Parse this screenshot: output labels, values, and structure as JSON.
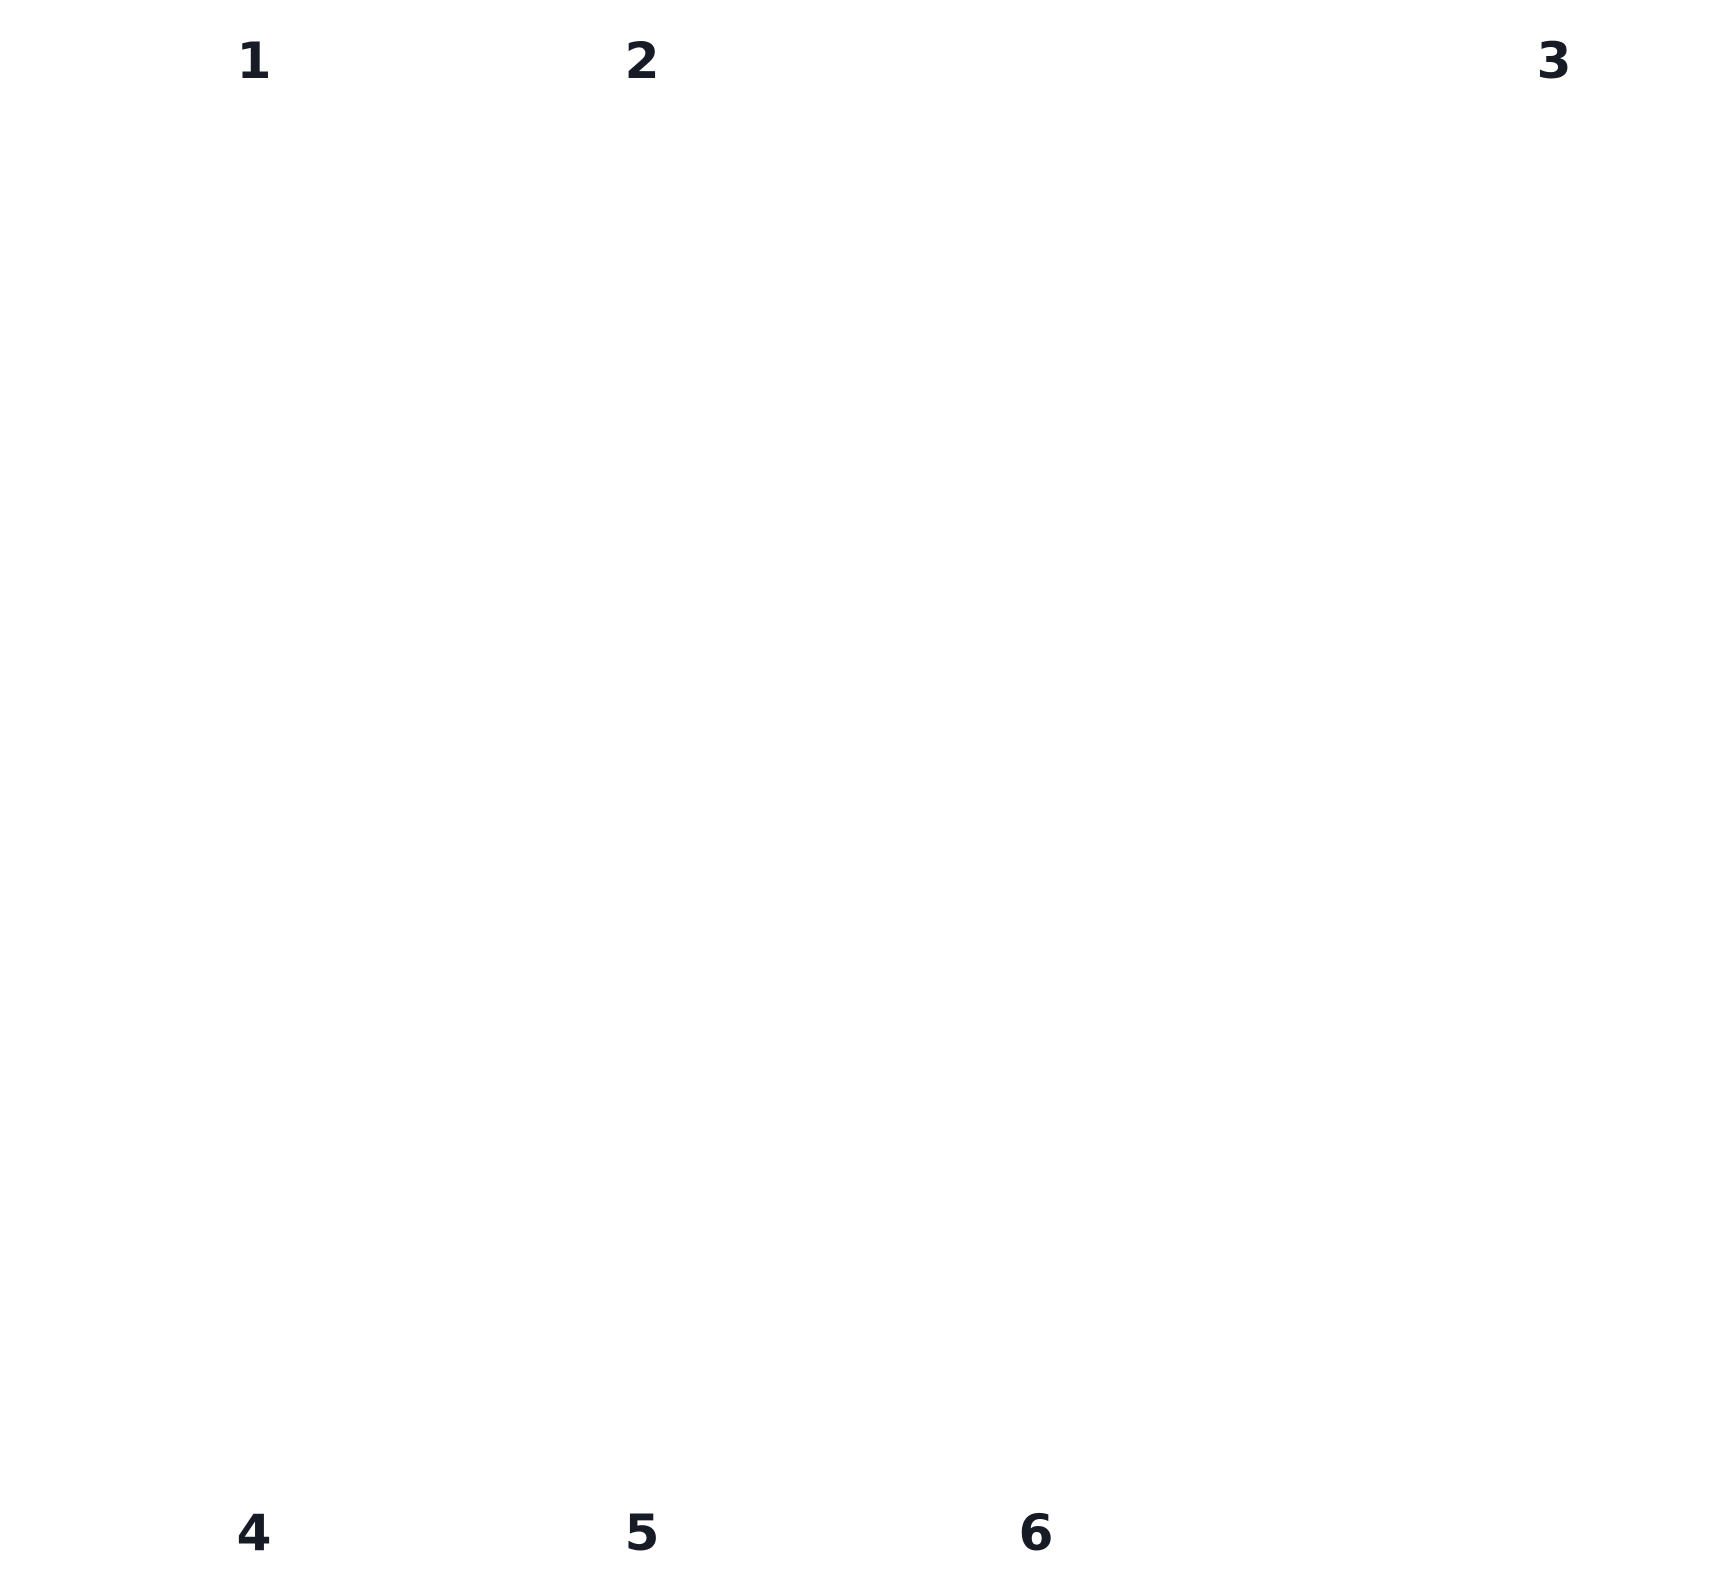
{
  "labels": {
    "top": [
      "1",
      "2",
      "3"
    ],
    "bottom": [
      "4",
      "5",
      "6"
    ]
  },
  "colors": {
    "text": "#161b26",
    "background": "#ffffff"
  }
}
